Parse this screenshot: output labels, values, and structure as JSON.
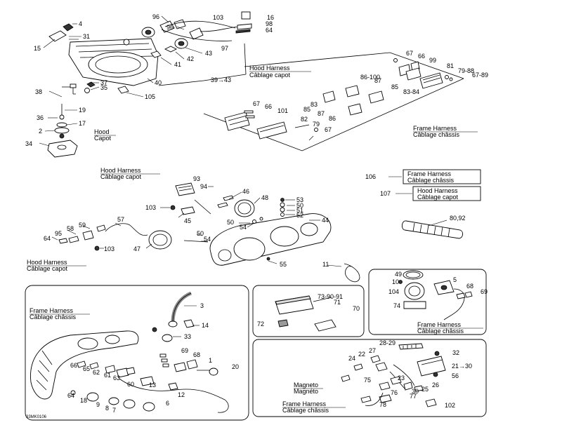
{
  "figure_code": "33MK0106",
  "harness_labels": {
    "hood_en": "Hood Harness",
    "hood_fr": "Câblage capot",
    "frame_en": "Frame Harness",
    "frame_fr": "Câblage châssis",
    "hood_short_en": "Hood",
    "hood_short_fr": "Capot",
    "magneto_en": "Magneto",
    "magneto_fr": "Magnéto"
  },
  "callouts": {
    "c1": "4",
    "c2": "31",
    "c3": "15",
    "c4": "96",
    "c5": "103",
    "c6": "16",
    "c7": "98",
    "c8": "64",
    "c9": "96",
    "c10": "43",
    "c11": "97",
    "c12": "42",
    "c13": "41",
    "c14": "40",
    "c15": "39→43",
    "c16": "37",
    "c17": "35",
    "c18": "105",
    "c19": "38",
    "c20": "19",
    "c21": "36",
    "c22": "17",
    "c23": "2",
    "c24": "34",
    "c25": "67",
    "c26": "66",
    "c27": "99",
    "c28": "81",
    "c29": "79-88",
    "c30": "67-89",
    "c31": "86-100",
    "c32": "87",
    "c33": "85",
    "c34": "83-84",
    "c35": "83",
    "c36": "85",
    "c37": "67",
    "c38": "66",
    "c39": "101",
    "c40": "87",
    "c41": "86",
    "c42": "82",
    "c43": "79",
    "c44": "67",
    "c45": "106",
    "c46": "107",
    "c47": "80,92",
    "c48": "93",
    "c49": "94",
    "c50": "46",
    "c51": "48",
    "c52": "53",
    "c53": "50",
    "c54": "51",
    "c55": "52",
    "c56": "103",
    "c57": "45",
    "c58": "57",
    "c59": "59",
    "c60": "58",
    "c61": "95",
    "c62": "64",
    "c63": "103",
    "c64": "47",
    "c65": "50",
    "c66": "54",
    "c67": "50",
    "c68": "54",
    "c69": "44",
    "c70": "55",
    "c71": "11",
    "c72": "3",
    "c73": "14",
    "c74": "33",
    "c75": "69",
    "c76": "68",
    "c77": "1",
    "c78": "20",
    "c79": "66",
    "c80": "65",
    "c81": "62",
    "c82": "61",
    "c83": "63",
    "c84": "60",
    "c85": "13",
    "c86": "12",
    "c87": "64",
    "c88": "18",
    "c89": "9",
    "c90": "8",
    "c91": "7",
    "c92": "6",
    "c93": "73-90-91",
    "c94": "71",
    "c95": "70",
    "c96": "72",
    "c97": "49",
    "c98": "10",
    "c99": "5",
    "c100": "104",
    "c101": "68",
    "c102": "69",
    "c103": "74",
    "c104": "28-29",
    "c105": "32",
    "c106": "27",
    "c107": "22",
    "c108": "24",
    "c109": "21→30",
    "c110": "56",
    "c111": "75",
    "c112": "23",
    "c113": "25",
    "c114": "26",
    "c115": "77",
    "c116": "30",
    "c117": "76",
    "c118": "78",
    "c119": "102"
  }
}
